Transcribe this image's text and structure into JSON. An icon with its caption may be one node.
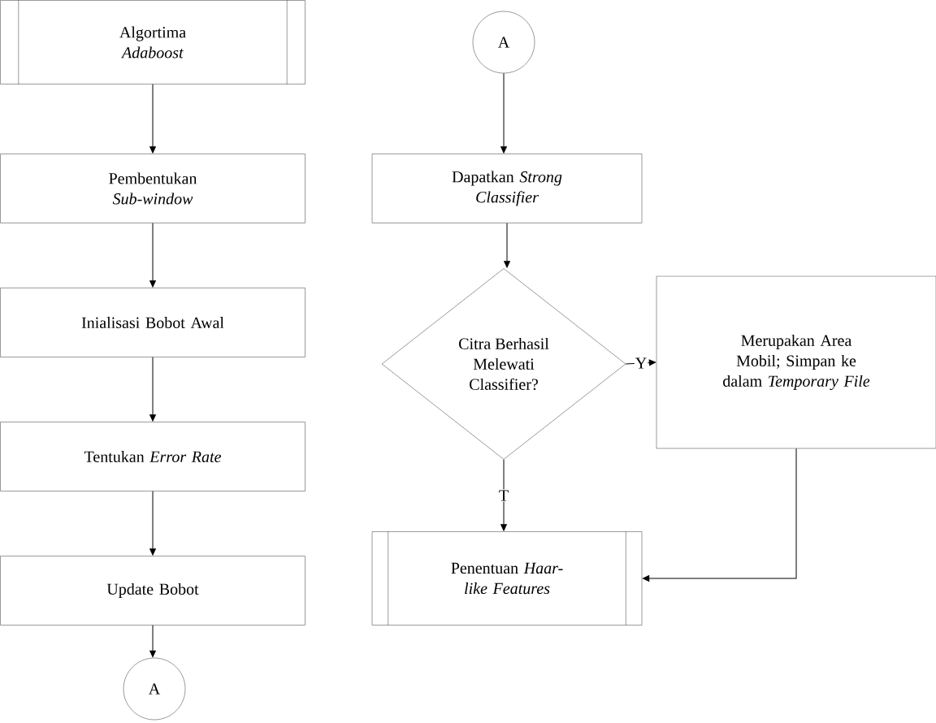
{
  "diagram": {
    "nodes": [
      {
        "text": [
          "Algortima *Adaboost*"
        ]
      },
      {
        "text": [
          "Pembentukan *Sub-window*"
        ]
      },
      {
        "text": [
          "Inialisasi Bobot Awal"
        ]
      },
      {
        "text": [
          "Tentukan *Error Rate*"
        ]
      },
      {
        "text": [
          "Update Bobot"
        ]
      },
      {
        "text": [
          "A"
        ]
      },
      {
        "text": [
          "A"
        ]
      },
      {
        "text": [
          "Dapatkan *Strong Classifier*"
        ]
      },
      {
        "text": [
          "Citra Berhasil Melewati Classifier?"
        ]
      },
      {
        "text": [
          "Merupakan Area Mobil; Simpan ke dalam *Temporary File*"
        ]
      },
      {
        "text": [
          "Penentuan *Haar-like Features*"
        ]
      }
    ],
    "edges": [
      {
        "from": 0,
        "to": 1,
        "arrow": "to"
      },
      {
        "from": 1,
        "to": 2,
        "arrow": "to"
      },
      {
        "from": 2,
        "to": 3,
        "arrow": "to"
      },
      {
        "from": 3,
        "to": 4,
        "arrow": "to"
      },
      {
        "from": 4,
        "to": 5,
        "arrow": "to"
      },
      {
        "from": 6,
        "to": 7,
        "arrow": "to"
      },
      {
        "from": 7,
        "to": 8,
        "arrow": "to"
      },
      {
        "from": 8,
        "to": 9,
        "arrow": "to",
        "label": "Y"
      },
      {
        "from": 8,
        "to": 10,
        "arrow": "to",
        "label": "T"
      },
      {
        "from": 9,
        "to": 10,
        "arrow": "to"
      }
    ]
  }
}
